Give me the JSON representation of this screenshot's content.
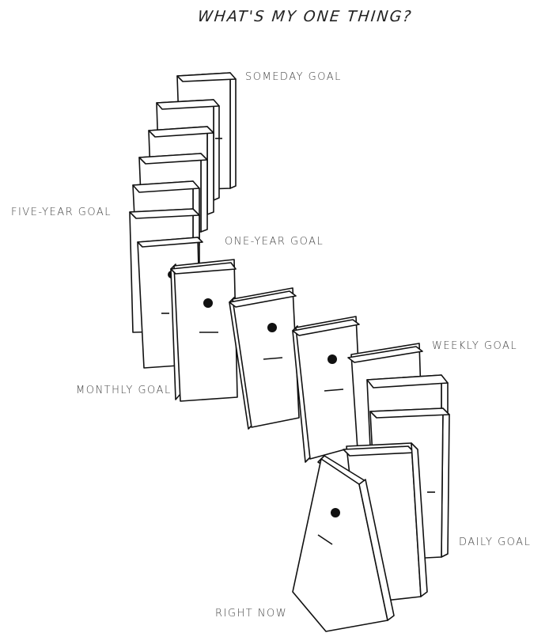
{
  "title": "WHAT'S MY ONE THING?",
  "labels": {
    "someday": "SOMEDAY GOAL",
    "five_year": "FIVE-YEAR GOAL",
    "one_year": "ONE-YEAR GOAL",
    "monthly": "MONTHLY GOAL",
    "weekly": "WEEKLY GOAL",
    "daily": "DAILY GOAL",
    "right_now": "RIGHT NOW"
  },
  "colors": {
    "ink": "#111111",
    "label_ink": "#444444",
    "paper": "#ffffff"
  }
}
